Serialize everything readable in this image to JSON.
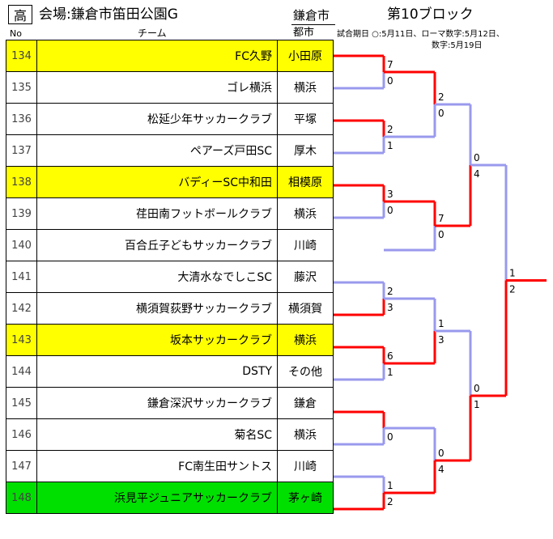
{
  "header": {
    "badge": "高",
    "venue": "会場:鎌倉市笛田公園G",
    "city": "鎌倉市",
    "block": "第10ブロック",
    "date_note_line1": "試合期日 ○:5月11日、ローマ数字:5月12日、",
    "date_note_line2": "数字:5月19日"
  },
  "columns": {
    "no": "No",
    "team": "チーム",
    "pref": "都市"
  },
  "teams": [
    {
      "no": "134",
      "name": "FC久野",
      "city": "小田原",
      "color": "yellow"
    },
    {
      "no": "135",
      "name": "ゴレ横浜",
      "city": "横浜",
      "color": "none"
    },
    {
      "no": "136",
      "name": "松延少年サッカークラブ",
      "city": "平塚",
      "color": "none"
    },
    {
      "no": "137",
      "name": "ペアーズ戸田SC",
      "city": "厚木",
      "color": "none"
    },
    {
      "no": "138",
      "name": "バディーSC中和田",
      "city": "相模原",
      "color": "yellow"
    },
    {
      "no": "139",
      "name": "荏田南フットボールクラブ",
      "city": "横浜",
      "color": "none"
    },
    {
      "no": "140",
      "name": "百合丘子どもサッカークラブ",
      "city": "川崎",
      "color": "none"
    },
    {
      "no": "141",
      "name": "大清水なでしこSC",
      "city": "藤沢",
      "color": "none"
    },
    {
      "no": "142",
      "name": "横須賀荻野サッカークラブ",
      "city": "横須賀",
      "color": "none"
    },
    {
      "no": "143",
      "name": "坂本サッカークラブ",
      "city": "横浜",
      "color": "yellow"
    },
    {
      "no": "144",
      "name": "DSTY",
      "city": "その他",
      "color": "none"
    },
    {
      "no": "145",
      "name": "鎌倉深沢サッカークラブ",
      "city": "鎌倉",
      "color": "none"
    },
    {
      "no": "146",
      "name": "菊名SC",
      "city": "横浜",
      "color": "none"
    },
    {
      "no": "147",
      "name": "FC南生田サントス",
      "city": "川崎",
      "color": "none"
    },
    {
      "no": "148",
      "name": "浜見平ジュニアサッカークラブ",
      "city": "茅ヶ崎",
      "color": "green"
    }
  ],
  "scores": {
    "m1": [
      "7",
      "0"
    ],
    "m2": [
      "2",
      "1"
    ],
    "m3": [
      "3",
      "0"
    ],
    "m4": [
      "2",
      "3"
    ],
    "m5": [
      "6",
      "1"
    ],
    "m6": [
      "0"
    ],
    "m7": [
      "1",
      "2"
    ],
    "q1": [
      "2",
      "0"
    ],
    "q2": [
      "7",
      "0"
    ],
    "q3": [
      "1",
      "3"
    ],
    "q4": [
      "0",
      "4"
    ],
    "s1": [
      "0",
      "4"
    ],
    "s2": [
      "0",
      "1"
    ],
    "f": [
      "1",
      "2"
    ]
  },
  "colors": {
    "winner": "#ff0000",
    "loser": "#9999ee",
    "highlight_yellow": "#ffff00",
    "highlight_green": "#00e000"
  }
}
